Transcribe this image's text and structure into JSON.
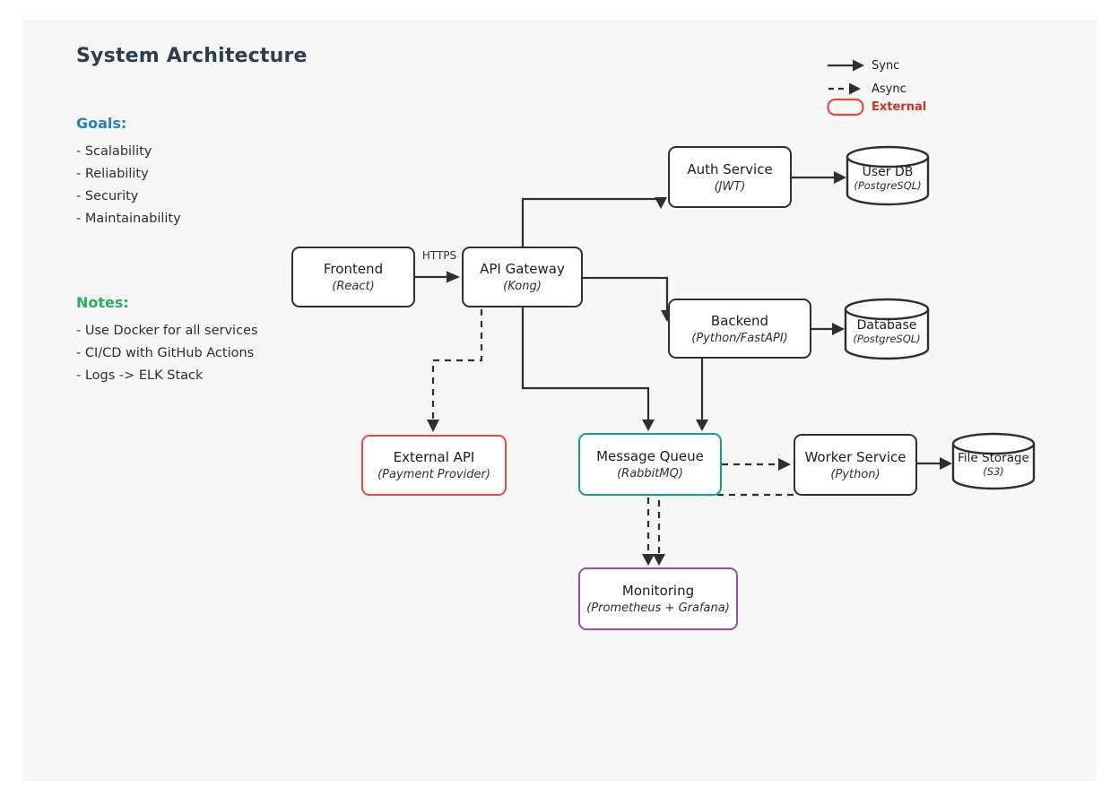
{
  "page": {
    "title": "System Architecture"
  },
  "goals": {
    "heading": "Goals:",
    "items": [
      "- Scalability",
      "- Reliability",
      "- Security",
      "- Maintainability"
    ]
  },
  "notes": {
    "heading": "Notes:",
    "items": [
      "- Use Docker for all services",
      "- CI/CD with GitHub Actions",
      "- Logs -> ELK Stack"
    ]
  },
  "legend": {
    "sync_label": "Sync",
    "async_label": "Async",
    "external_label": "External"
  },
  "edge_labels": {
    "frontend_to_gateway": "HTTPS"
  },
  "nodes": {
    "frontend": {
      "title": "Frontend",
      "subtitle": "(React)"
    },
    "api_gateway": {
      "title": "API Gateway",
      "subtitle": "(Kong)"
    },
    "auth": {
      "title": "Auth Service",
      "subtitle": "(JWT)"
    },
    "user_db": {
      "title": "User DB",
      "subtitle": "(PostgreSQL)"
    },
    "backend": {
      "title": "Backend",
      "subtitle": "(Python/FastAPI)"
    },
    "database": {
      "title": "Database",
      "subtitle": "(PostgreSQL)"
    },
    "external_api": {
      "title": "External API",
      "subtitle": "(Payment Provider)"
    },
    "message_queue": {
      "title": "Message Queue",
      "subtitle": "(RabbitMQ)"
    },
    "worker": {
      "title": "Worker Service",
      "subtitle": "(Python)"
    },
    "file_storage": {
      "title": "File Storage",
      "subtitle": "(S3)"
    },
    "monitoring": {
      "title": "Monitoring",
      "subtitle": "(Prometheus + Grafana)"
    }
  },
  "colors": {
    "title": "#2c3e50",
    "goals_heading": "#2581c4",
    "notes_heading": "#27ae60",
    "external_accent": "#e74c3c",
    "queue_accent": "#16a085",
    "monitoring_accent": "#9650a8",
    "stroke": "#2f2f2f",
    "panel_background": "#f7f7f8"
  }
}
